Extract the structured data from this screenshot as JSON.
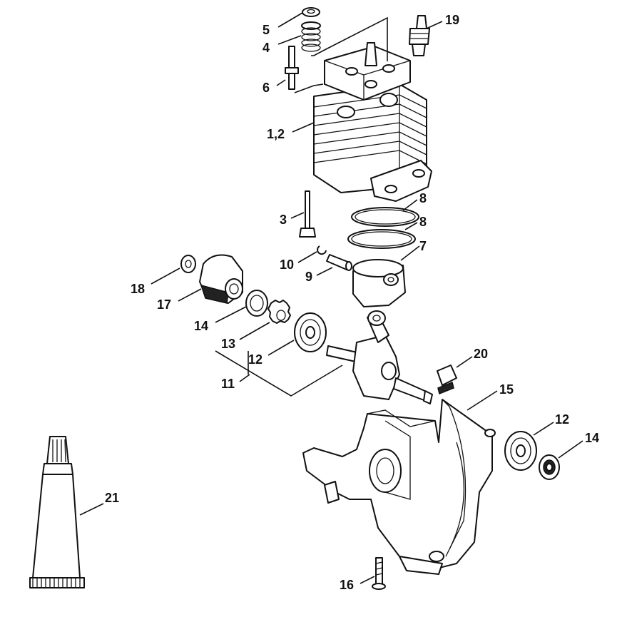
{
  "callouts": [
    {
      "id": "5",
      "text": "5"
    },
    {
      "id": "4",
      "text": "4"
    },
    {
      "id": "6",
      "text": "6"
    },
    {
      "id": "19",
      "text": "19"
    },
    {
      "id": "1-2",
      "text": "1,2"
    },
    {
      "id": "3",
      "text": "3"
    },
    {
      "id": "8a",
      "text": "8"
    },
    {
      "id": "8b",
      "text": "8"
    },
    {
      "id": "7",
      "text": "7"
    },
    {
      "id": "10",
      "text": "10"
    },
    {
      "id": "9",
      "text": "9"
    },
    {
      "id": "18",
      "text": "18"
    },
    {
      "id": "17",
      "text": "17"
    },
    {
      "id": "14a",
      "text": "14"
    },
    {
      "id": "13",
      "text": "13"
    },
    {
      "id": "12a",
      "text": "12"
    },
    {
      "id": "11",
      "text": "11"
    },
    {
      "id": "20",
      "text": "20"
    },
    {
      "id": "15",
      "text": "15"
    },
    {
      "id": "12b",
      "text": "12"
    },
    {
      "id": "14b",
      "text": "14"
    },
    {
      "id": "21",
      "text": "21"
    },
    {
      "id": "16",
      "text": "16"
    }
  ]
}
